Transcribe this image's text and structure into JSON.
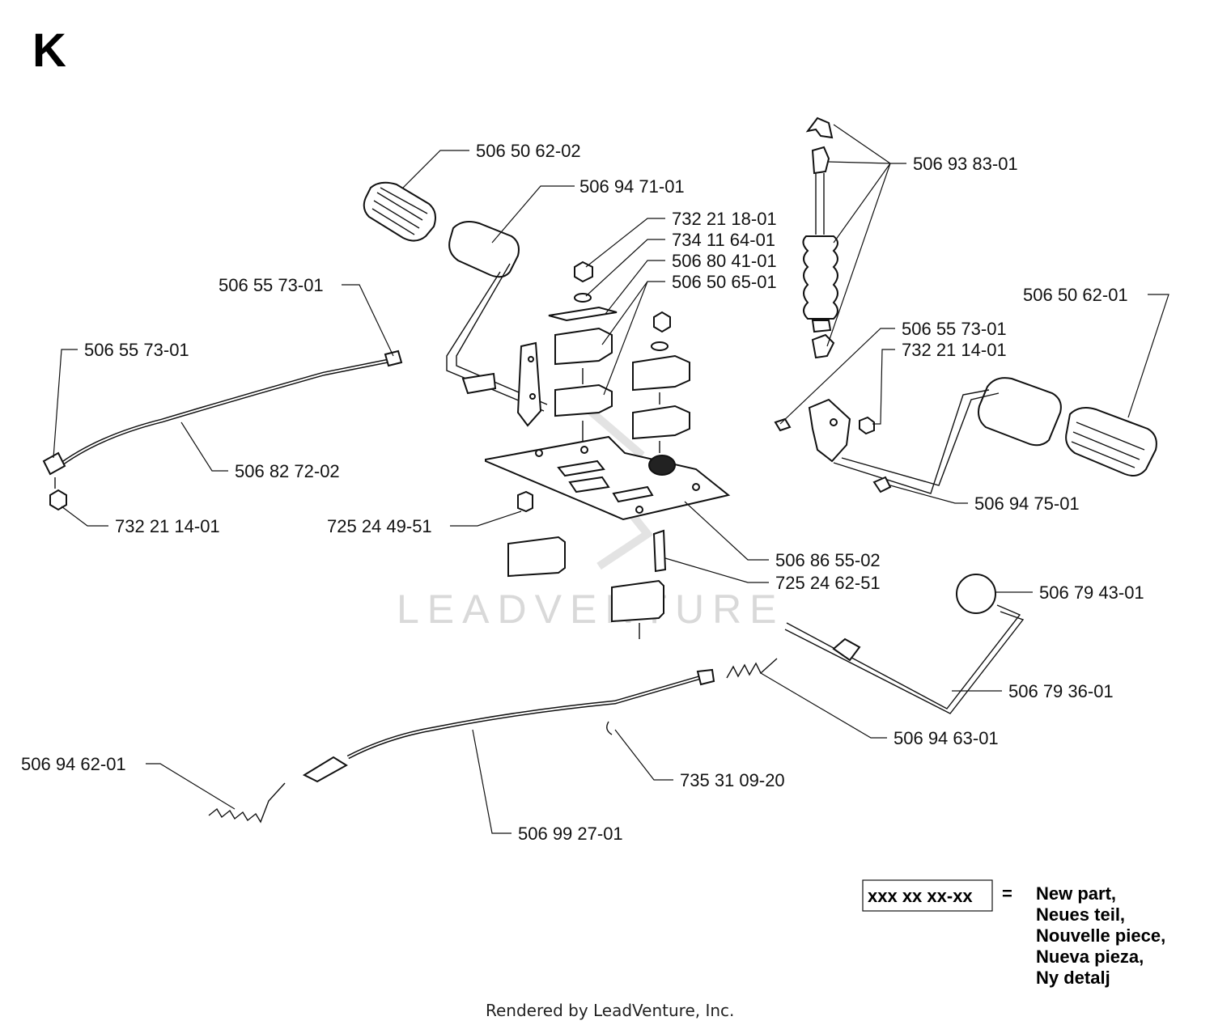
{
  "section_letter": "K",
  "watermark": "LEADVENTURE",
  "footer": "Rendered by LeadVenture, Inc.",
  "colors": {
    "line": "#111111",
    "watermark": "#d9d9d9",
    "background": "#ffffff"
  },
  "parts": [
    {
      "id": "p01",
      "number": "506 50 62-02"
    },
    {
      "id": "p02",
      "number": "506 94 71-01"
    },
    {
      "id": "p03",
      "number": "732 21 18-01"
    },
    {
      "id": "p04",
      "number": "734 11 64-01"
    },
    {
      "id": "p05",
      "number": "506 80 41-01"
    },
    {
      "id": "p06",
      "number": "506 50 65-01"
    },
    {
      "id": "p07",
      "number": "506 93 83-01"
    },
    {
      "id": "p08",
      "number": "506 50 62-01"
    },
    {
      "id": "p09",
      "number": "506 55 73-01"
    },
    {
      "id": "p10",
      "number": "732 21 14-01"
    },
    {
      "id": "p11",
      "number": "506 55 73-01"
    },
    {
      "id": "p12",
      "number": "506 55 73-01"
    },
    {
      "id": "p13",
      "number": "506 82 72-02"
    },
    {
      "id": "p14",
      "number": "732 21 14-01"
    },
    {
      "id": "p15",
      "number": "725 24 49-51"
    },
    {
      "id": "p16",
      "number": "506 86 55-02"
    },
    {
      "id": "p17",
      "number": "725 24 62-51"
    },
    {
      "id": "p18",
      "number": "506 94 75-01"
    },
    {
      "id": "p19",
      "number": "506 79 43-01"
    },
    {
      "id": "p20",
      "number": "506 79 36-01"
    },
    {
      "id": "p21",
      "number": "506 94 63-01"
    },
    {
      "id": "p22",
      "number": "735 31 09-20"
    },
    {
      "id": "p23",
      "number": "506 94 62-01"
    },
    {
      "id": "p24",
      "number": "506 99 27-01"
    }
  ],
  "legend": {
    "sample": "xxx xx xx-xx",
    "equals": "=",
    "lines": [
      "New part,",
      "Neues teil,",
      "Nouvelle piece,",
      "Nueva pieza,",
      "Ny detalj"
    ]
  }
}
